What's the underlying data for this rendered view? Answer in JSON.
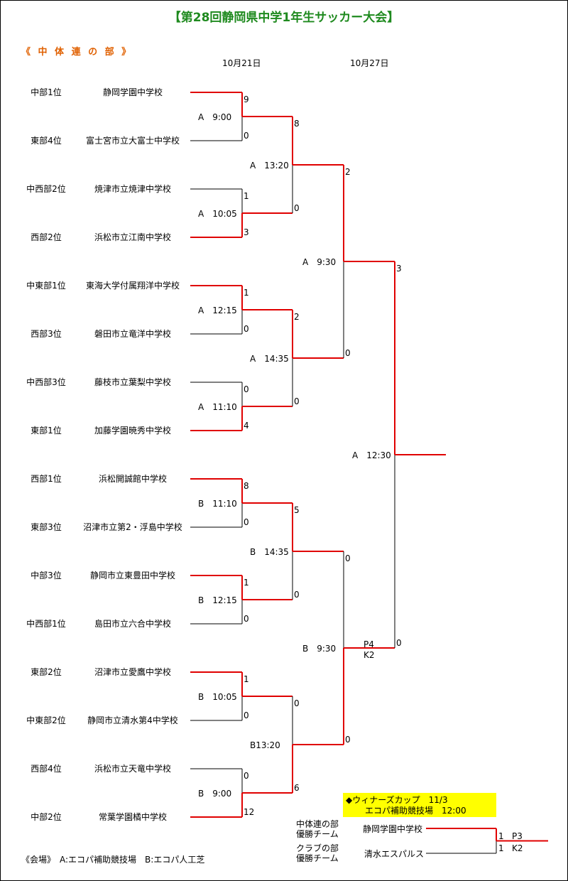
{
  "title": "【第28回静岡県中学1年生サッカー大会】",
  "section": "《 中 体 連 の 部 》",
  "dates": {
    "round1": "10月21日",
    "round3": "10月27日"
  },
  "teams": [
    {
      "rank": "中部1位",
      "school": "静岡学園中学校"
    },
    {
      "rank": "東部4位",
      "school": "富士宮市立大富士中学校"
    },
    {
      "rank": "中西部2位",
      "school": "焼津市立焼津中学校"
    },
    {
      "rank": "西部2位",
      "school": "浜松市立江南中学校"
    },
    {
      "rank": "中東部1位",
      "school": "東海大学付属翔洋中学校"
    },
    {
      "rank": "西部3位",
      "school": "磐田市立竜洋中学校"
    },
    {
      "rank": "中西部3位",
      "school": "藤枝市立葉梨中学校"
    },
    {
      "rank": "東部1位",
      "school": "加藤学園暁秀中学校"
    },
    {
      "rank": "西部1位",
      "school": "浜松開誠館中学校"
    },
    {
      "rank": "東部3位",
      "school": "沼津市立第2・浮島中学校"
    },
    {
      "rank": "中部3位",
      "school": "静岡市立東豊田中学校"
    },
    {
      "rank": "中西部1位",
      "school": "島田市立六合中学校"
    },
    {
      "rank": "東部2位",
      "school": "沼津市立愛鷹中学校"
    },
    {
      "rank": "中東部2位",
      "school": "静岡市立清水第4中学校"
    },
    {
      "rank": "西部4位",
      "school": "浜松市立天竜中学校"
    },
    {
      "rank": "中部2位",
      "school": "常葉学園橘中学校"
    }
  ],
  "round1": [
    {
      "label": "A　9:00",
      "scores": [
        "9",
        "0"
      ]
    },
    {
      "label": "A　10:05",
      "scores": [
        "1",
        "3"
      ]
    },
    {
      "label": "A　12:15",
      "scores": [
        "1",
        "0"
      ]
    },
    {
      "label": "A　11:10",
      "scores": [
        "0",
        "4"
      ]
    },
    {
      "label": "B　11:10",
      "scores": [
        "8",
        "0"
      ]
    },
    {
      "label": "B　12:15",
      "scores": [
        "1",
        "0"
      ]
    },
    {
      "label": "B　10:05",
      "scores": [
        "1",
        "0"
      ]
    },
    {
      "label": "B　9:00",
      "scores": [
        "0",
        "12"
      ]
    }
  ],
  "round2": [
    {
      "label": "A　13:20",
      "scores": [
        "8",
        "0"
      ]
    },
    {
      "label": "A　14:35",
      "scores": [
        "2",
        "0"
      ]
    },
    {
      "label": "B　14:35",
      "scores": [
        "5",
        "0"
      ]
    },
    {
      "label": "B13:20",
      "scores": [
        "0",
        "6"
      ]
    }
  ],
  "round3": [
    {
      "label": "A　9:30",
      "scores": [
        "2",
        "0"
      ]
    },
    {
      "label": "B　9:30",
      "scores": [
        "0",
        "0"
      ]
    }
  ],
  "pk": {
    "top": "P4",
    "bottom": "K2"
  },
  "final": {
    "label": "A　12:30",
    "scores": [
      "3",
      "0"
    ]
  },
  "winners_cup": {
    "line1": "◆ウィナーズカップ　11/3",
    "line2": "エコパ補助競技場　12:00",
    "team1_label_l1": "中体連の部",
    "team1_label_l2": "優勝チーム",
    "team1": "静岡学園中学校",
    "team2_label_l1": "クラブの部",
    "team2_label_l2": "優勝チーム",
    "team2": "清水エスパルス",
    "score1": "1",
    "score2": "1",
    "pk1": "P3",
    "pk2": "K2"
  },
  "venue": "《会場》　A:エコパ補助競技場　B:エコパ人工芝",
  "colors": {
    "title": "#1f8a1f",
    "section": "#e06000",
    "win": "#e00000",
    "lose": "#000000",
    "highlight": "#ffff00"
  }
}
